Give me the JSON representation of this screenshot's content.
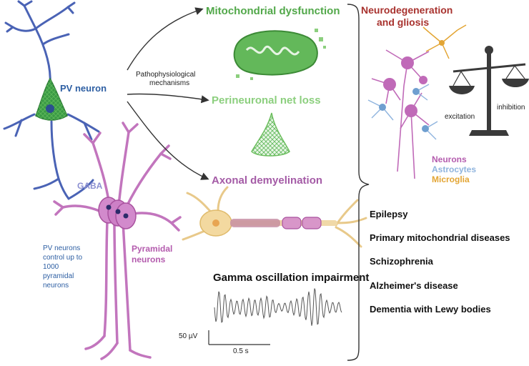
{
  "labels": {
    "mitochondrial": "Mitochondrial dysfunction",
    "pnn": "Perineuronal net loss",
    "axonal": "Axonal demyelination",
    "gamma": "Gamma oscillation impairment",
    "neurodegeneration_line1": "Neurodegeneration",
    "neurodegeneration_line2": "and gliosis",
    "mechanisms_line1": "Pathophysiological",
    "mechanisms_line2": "mechanisms",
    "pv_neuron": "PV neuron",
    "gaba": "GABA",
    "pyramidal_line1": "Pyramidal",
    "pyramidal_line2": "neurons",
    "pv_control_lines": [
      "PV neurons",
      "control up to",
      "1000",
      "pyramidal",
      "neurons"
    ],
    "excitation": "excitation",
    "inhibition": "inhibition",
    "scale_voltage": "50 µV",
    "scale_time": "0.5 s"
  },
  "legend": [
    {
      "label": "Neurons",
      "color": "#b45cae"
    },
    {
      "label": "Astrocytes",
      "color": "#8fb4de"
    },
    {
      "label": "Microglia",
      "color": "#e3a534"
    }
  ],
  "diseases": [
    "Epilepsy",
    "Primary mitochondrial diseases",
    "Schizophrenia",
    "Alzheimer's disease",
    "Dementia with Lewy bodies"
  ],
  "colors": {
    "pv": "#2e5fa3",
    "pv_soma": "#3a9a45",
    "pyramidal": "#b45cae",
    "mito": "#52a84a",
    "pnn": "#8ccf7e",
    "axonal": "#a45ba6",
    "neurodeg": "#a8322e",
    "gaba": "#8b8fd1",
    "dark": "#333333"
  }
}
